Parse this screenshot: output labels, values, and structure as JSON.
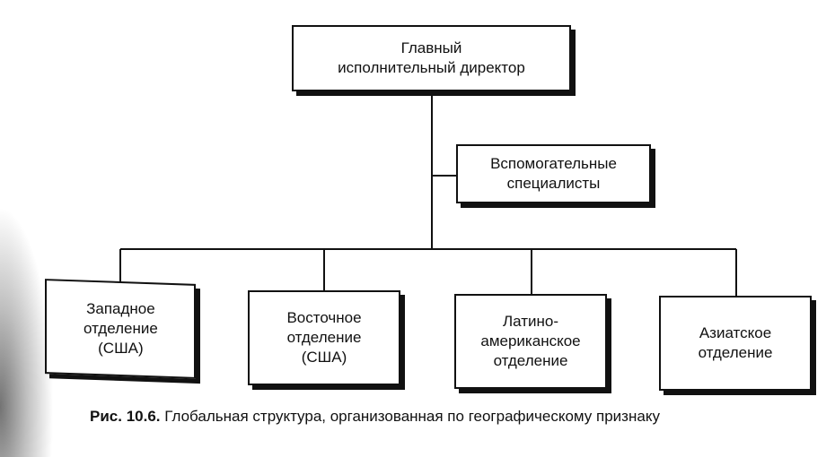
{
  "diagram": {
    "ceo": "Главный\nисполнительный директор",
    "support": "Вспомогательные\nспециалисты",
    "divisions": [
      "Западное\nотделение\n(США)",
      "Восточное\nотделение\n(США)",
      "Латино-\nамериканское\nотделение",
      "Азиатское\nотделение"
    ]
  },
  "caption": {
    "figure": "Рис. 10.6.",
    "text": " Глобальная структура, организованная по географическому признаку"
  }
}
